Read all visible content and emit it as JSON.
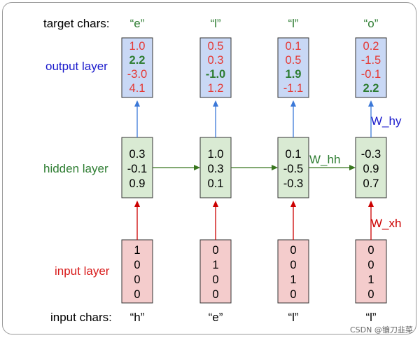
{
  "labels": {
    "target_chars": "target chars:",
    "output_layer": "output layer",
    "hidden_layer": "hidden layer",
    "input_layer": "input layer",
    "input_chars": "input chars:"
  },
  "weights": {
    "w_hy": "W_hy",
    "w_hh": "W_hh",
    "w_xh": "W_xh"
  },
  "target_chars": [
    "“e”",
    "“l”",
    "“l”",
    "“o”"
  ],
  "input_chars": [
    "“h”",
    "“e”",
    "“l”",
    "“l”"
  ],
  "output_values": [
    [
      "1.0",
      "2.2",
      "-3.0",
      "4.1"
    ],
    [
      "0.5",
      "0.3",
      "-1.0",
      "1.2"
    ],
    [
      "0.1",
      "0.5",
      "1.9",
      "-1.1"
    ],
    [
      "0.2",
      "-1.5",
      "-0.1",
      "2.2"
    ]
  ],
  "output_highlight_index": [
    1,
    2,
    2,
    3
  ],
  "hidden_values": [
    [
      "0.3",
      "-0.1",
      "0.9"
    ],
    [
      "1.0",
      "0.3",
      "0.1"
    ],
    [
      "0.1",
      "-0.5",
      "-0.3"
    ],
    [
      "-0.3",
      "0.9",
      "0.7"
    ]
  ],
  "input_values": [
    [
      "1",
      "0",
      "0",
      "0"
    ],
    [
      "0",
      "1",
      "0",
      "0"
    ],
    [
      "0",
      "0",
      "1",
      "0"
    ],
    [
      "0",
      "0",
      "1",
      "0"
    ]
  ],
  "watermark": "CSDN @镰刀韭菜",
  "colors": {
    "target_text": "#2e7d32",
    "output_label": "#1a1acc",
    "hidden_label": "#2e7d32",
    "input_label": "#d81b1b",
    "output_fill": "#c9d8f5",
    "output_stroke": "#333333",
    "hidden_fill": "#d9ead3",
    "input_fill": "#f4cccc",
    "red_value": "#e53935",
    "green_value": "#2e7d32",
    "arrow_blue": "#3b78d8",
    "arrow_green": "#38761d",
    "arrow_red": "#cc0000"
  }
}
